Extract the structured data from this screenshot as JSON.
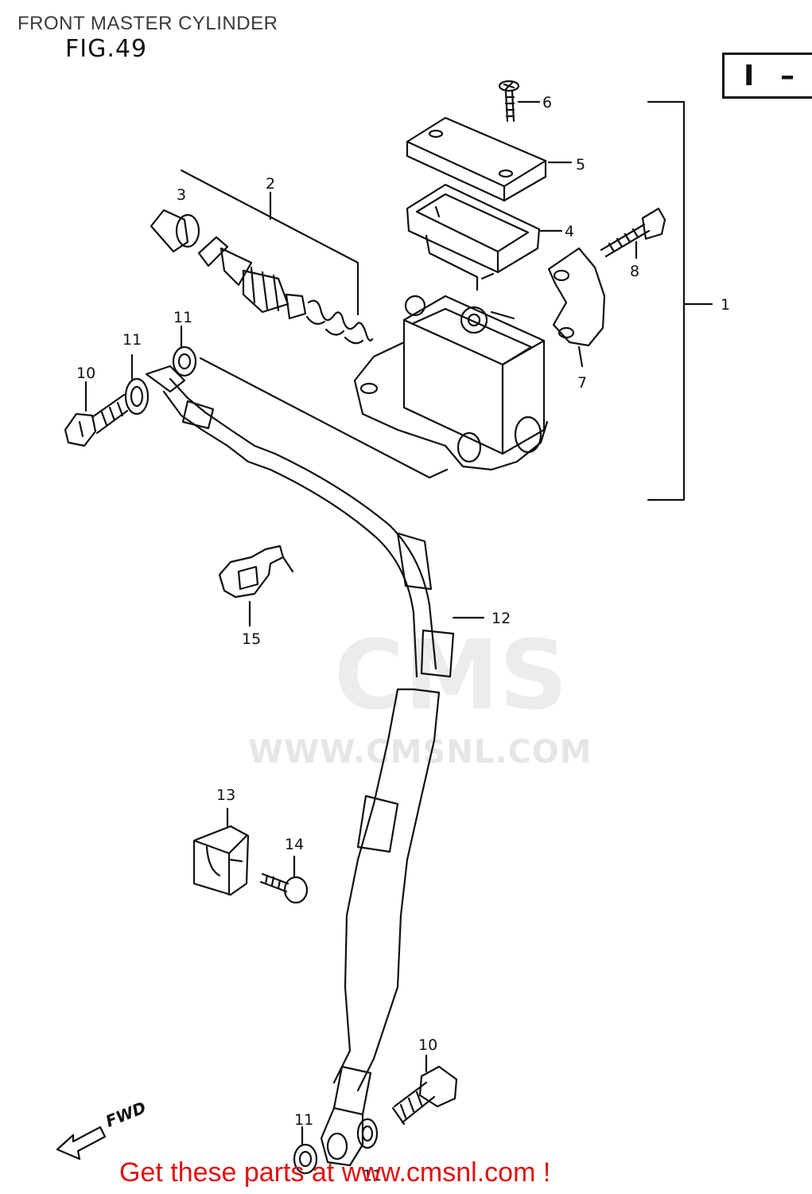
{
  "header": {
    "title": "FRONT MASTER CYLINDER",
    "figure": "FIG.49",
    "badge_left": "I",
    "badge_right": "–"
  },
  "callouts": {
    "c1": "1",
    "c2": "2",
    "c3": "3",
    "c4": "4",
    "c5": "5",
    "c6": "6",
    "c7": "7",
    "c8": "8",
    "c10a": "10",
    "c10b": "10",
    "c11a": "11",
    "c11b": "11",
    "c11c": "11",
    "c11d": "11",
    "c12": "12",
    "c13": "13",
    "c14": "14",
    "c15": "15"
  },
  "watermark": {
    "logo": "CMS",
    "url": "WWW.CMSNL.COM"
  },
  "direction": "FWD",
  "footer": "Get these parts at www.cmsnl.com !"
}
